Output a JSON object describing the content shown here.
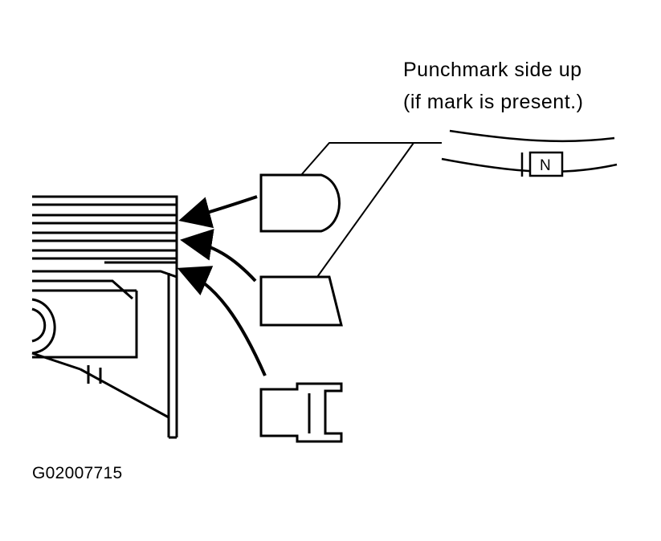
{
  "caption": {
    "line1": "Punchmark side up",
    "line2": "(if mark is present.)"
  },
  "ring_mark_letter": "N",
  "figure_id": "G02007715",
  "colors": {
    "ink": "#000000",
    "paper": "#ffffff"
  }
}
